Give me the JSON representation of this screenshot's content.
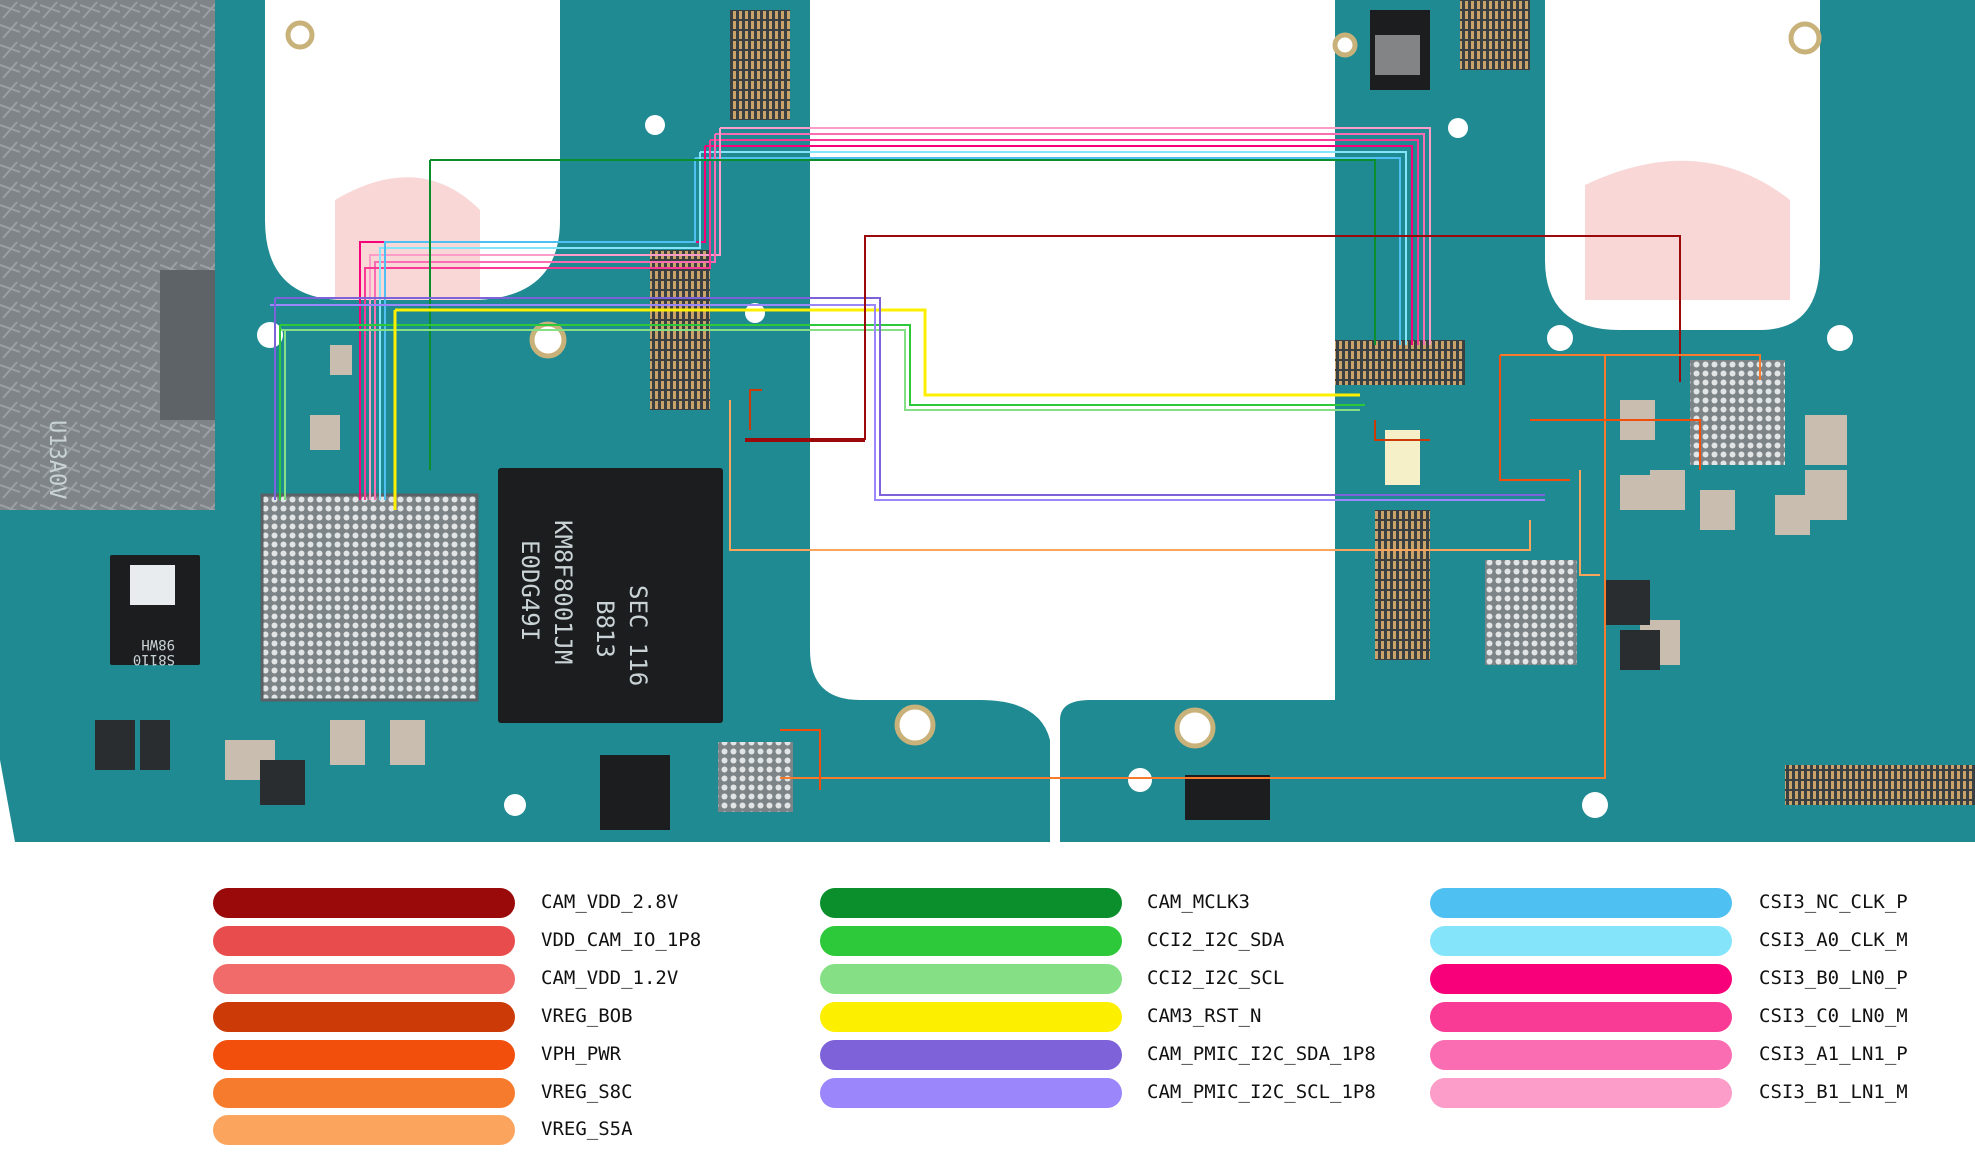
{
  "board": {
    "chip_markings": [
      {
        "text": "SEC 116"
      },
      {
        "text": "B813"
      },
      {
        "text": "KM8F8001JM"
      },
      {
        "text": "E0DG49I"
      },
      {
        "text": "S8110"
      },
      {
        "text": "98WH"
      },
      {
        "text": "U13A0V"
      }
    ],
    "colors": {
      "pcb": "#1f8a92",
      "pcb_dark": "#15666e",
      "metal": "#8a8f92",
      "bga": "#d0d4d6"
    }
  },
  "legend": {
    "columns": [
      [
        {
          "label": "CAM_VDD_2.8V",
          "color": "#9b0a0a"
        },
        {
          "label": "VDD_CAM_IO_1P8",
          "color": "#e84c4c"
        },
        {
          "label": "CAM_VDD_1.2V",
          "color": "#f26b6b"
        },
        {
          "label": "VREG_BOB",
          "color": "#cc3a08"
        },
        {
          "label": "VPH_PWR",
          "color": "#f24f0c"
        },
        {
          "label": "VREG_S8C",
          "color": "#f77b2c"
        },
        {
          "label": "VREG_S5A",
          "color": "#fba45e"
        }
      ],
      [
        {
          "label": "CAM_MCLK3",
          "color": "#0a8f2c"
        },
        {
          "label": "CCI2_I2C_SDA",
          "color": "#2ec93b"
        },
        {
          "label": "CCI2_I2C_SCL",
          "color": "#85df85"
        },
        {
          "label": "CAM3_RST_N",
          "color": "#fcef00"
        },
        {
          "label": "CAM_PMIC_I2C_SDA_1P8",
          "color": "#7e62d9"
        },
        {
          "label": "CAM_PMIC_I2C_SCL_1P8",
          "color": "#9b86fb"
        }
      ],
      [
        {
          "label": "CSI3_NC_CLK_P",
          "color": "#4fc0f2"
        },
        {
          "label": "CSI3_A0_CLK_M",
          "color": "#84e4fa"
        },
        {
          "label": "CSI3_B0_LN0_P",
          "color": "#f7007a"
        },
        {
          "label": "CSI3_C0_LN0_M",
          "color": "#f93b95"
        },
        {
          "label": "CSI3_A1_LN1_P",
          "color": "#fb6db2"
        },
        {
          "label": "CSI3_B1_LN1_M",
          "color": "#fb9cc9"
        }
      ]
    ]
  }
}
